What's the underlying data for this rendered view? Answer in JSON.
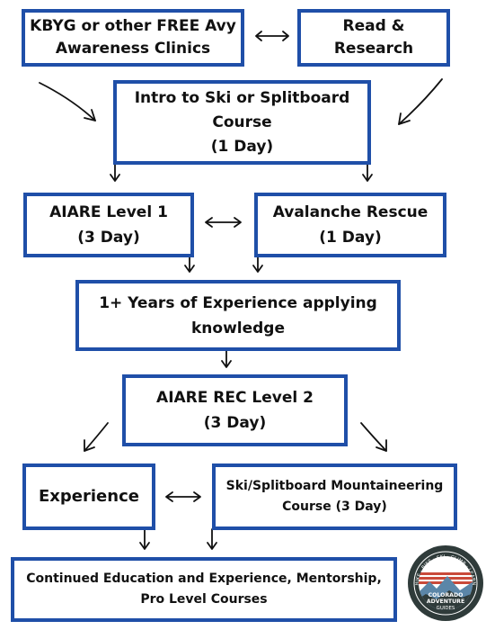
{
  "nodes": {
    "kbyg": {
      "line1": "KBYG or other FREE Avy",
      "line2": "Awareness Clinics"
    },
    "read": {
      "line1": "Read &",
      "line2": "Research"
    },
    "intro": {
      "line1": "Intro to Ski or Splitboard",
      "line2": "Course",
      "line3": "(1 Day)"
    },
    "aiare1": {
      "line1": "AIARE Level 1",
      "line2": "(3 Day)"
    },
    "rescue": {
      "line1": "Avalanche Rescue",
      "line2": "(1 Day)"
    },
    "experience_years": {
      "line1": "1+ Years of Experience applying",
      "line2": "knowledge"
    },
    "aiare2": {
      "line1": "AIARE REC Level 2",
      "line2": "(3 Day)"
    },
    "experience": {
      "line1": "Experience"
    },
    "mountaineering": {
      "line1": "Ski/Splitboard Mountaineering",
      "line2": "Course (3 Day)"
    },
    "continued": {
      "line1": "Continued Education and Experience, Mentorship,",
      "line2": "Pro Level Courses"
    }
  },
  "logo": {
    "top_text": "HIKE · BIKE · SKI · CLIMB · LEARN",
    "name_line1": "COLORADO",
    "name_line2": "ADVENTURE",
    "name_line3": "GUIDES"
  },
  "colors": {
    "box_border": "#1f4fa8",
    "text": "#111111",
    "logo_dark": "#2f3b3a",
    "logo_red": "#c94a3a",
    "logo_blue": "#5b86a8"
  }
}
